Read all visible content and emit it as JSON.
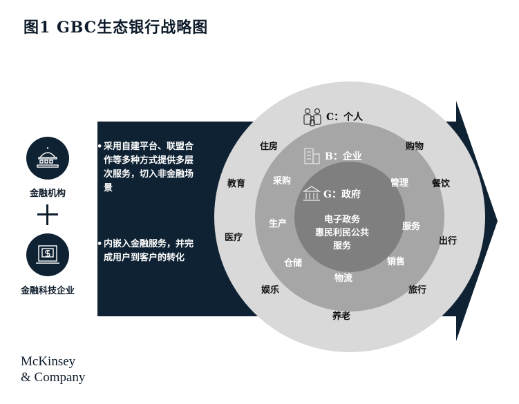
{
  "title": "图1 GBC生态银行战略图",
  "left": {
    "institution_label": "金融机构",
    "fintech_label": "金融科技企业"
  },
  "bullets": [
    "采用自建平台、联盟合作等多种方式提供多层次服务，切入非金融场景",
    "内嵌入金融服务，并完成用户到客户的转化"
  ],
  "rings": {
    "outer": {
      "label": "C：个人",
      "items": [
        "住房",
        "购物",
        "教育",
        "餐饮",
        "医疗",
        "出行",
        "娱乐",
        "旅行",
        "养老"
      ]
    },
    "middle": {
      "label": "B：企业",
      "items": [
        "采购",
        "管理",
        "生产",
        "服务",
        "仓储",
        "销售",
        "物流"
      ]
    },
    "inner": {
      "label": "G：政府",
      "items": [
        "电子政务",
        "惠民利民公共",
        "服务"
      ]
    }
  },
  "logo": {
    "line1": "McKinsey",
    "line2": "& Company"
  },
  "colors": {
    "navy": "#0f2233",
    "outer_ring": "#d9d9d9",
    "middle_ring": "#a6a6a6",
    "inner_circle": "#7f7f7f"
  }
}
